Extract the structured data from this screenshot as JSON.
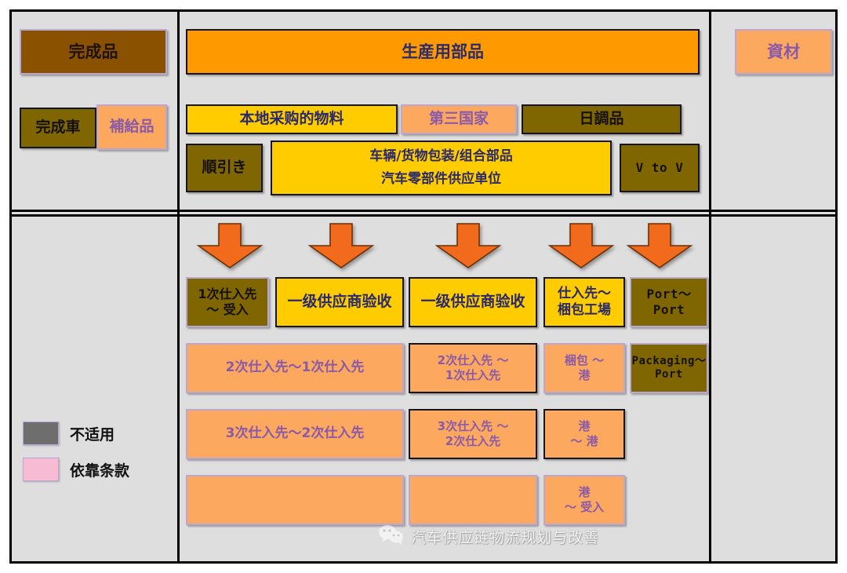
{
  "diagram": {
    "title_hidden": "",
    "colors": {
      "brown": "#8A5200",
      "olive": "#806600",
      "orange": "#FF9900",
      "yellow": "#FFCC00",
      "peach": "#FCA85E",
      "gray": "#6E6E6E",
      "pink": "#F7BBD4",
      "panel_bg": "#DEDEDE",
      "text_navy": "#2B2B6E",
      "text_purple": "#8A5AA8"
    }
  },
  "left_panel": {
    "finished_goods": "完成品",
    "finished_vehicle": "完成車",
    "supply_parts": "補給品",
    "legend": [
      {
        "label": "不适用",
        "swatch": "gray-swatch",
        "color": "#6E6E6E"
      },
      {
        "label": "依靠条款",
        "swatch": "pink-swatch",
        "color": "#F7BBD4"
      }
    ]
  },
  "right_panel": {
    "materials": "資材"
  },
  "center_top": {
    "header": "生産用部品",
    "categories": [
      {
        "label": "本地采购的物料",
        "fill": "yellow"
      },
      {
        "label": "第三国家",
        "fill": "peach"
      },
      {
        "label": "日調品",
        "fill": "olive"
      }
    ],
    "second_row": [
      {
        "label": "順引き",
        "fill": "olive"
      },
      {
        "label": "车辆/货物包装/组合部品\n汽车零部件供应单位",
        "fill": "yellow"
      },
      {
        "label": "V to V",
        "fill": "olive"
      }
    ]
  },
  "flow": {
    "arrow_count": 5,
    "arrow_color": "#F26B1D",
    "columns": [
      {
        "key": "col1",
        "cells": [
          {
            "label": "1次仕入先\n～ 受入",
            "fill": "olive"
          },
          {
            "label": "2次仕入先～1次仕入先",
            "fill": "peach"
          },
          {
            "label": "3次仕入先～2次仕入先",
            "fill": "peach"
          },
          {
            "label": "",
            "fill": "peach"
          }
        ]
      },
      {
        "key": "col2",
        "cells": [
          {
            "label": "一级供应商验收",
            "fill": "yellow"
          }
        ]
      },
      {
        "key": "col3",
        "cells": [
          {
            "label": "一级供应商验收",
            "fill": "yellow"
          },
          {
            "label": "2次仕入先 ～\n1次仕入先",
            "fill": "peach"
          },
          {
            "label": "3次仕入先 ～\n2次仕入先",
            "fill": "peach"
          },
          {
            "label": "",
            "fill": "peach"
          }
        ]
      },
      {
        "key": "col4",
        "cells": [
          {
            "label": "仕入先～\n梱包工場",
            "fill": "yellow"
          },
          {
            "label": "梱包 ～\n港",
            "fill": "peach"
          },
          {
            "label": "港\n～ 港",
            "fill": "peach"
          },
          {
            "label": "港\n～ 受入",
            "fill": "peach"
          }
        ]
      },
      {
        "key": "col5",
        "cells": [
          {
            "label": "Port～\nPort",
            "fill": "olive"
          },
          {
            "label": "Packaging～\nPort",
            "fill": "olive"
          }
        ]
      }
    ]
  },
  "watermark": {
    "text": "汽车供应链物流规划与改善",
    "icon": "wechat-icon"
  }
}
